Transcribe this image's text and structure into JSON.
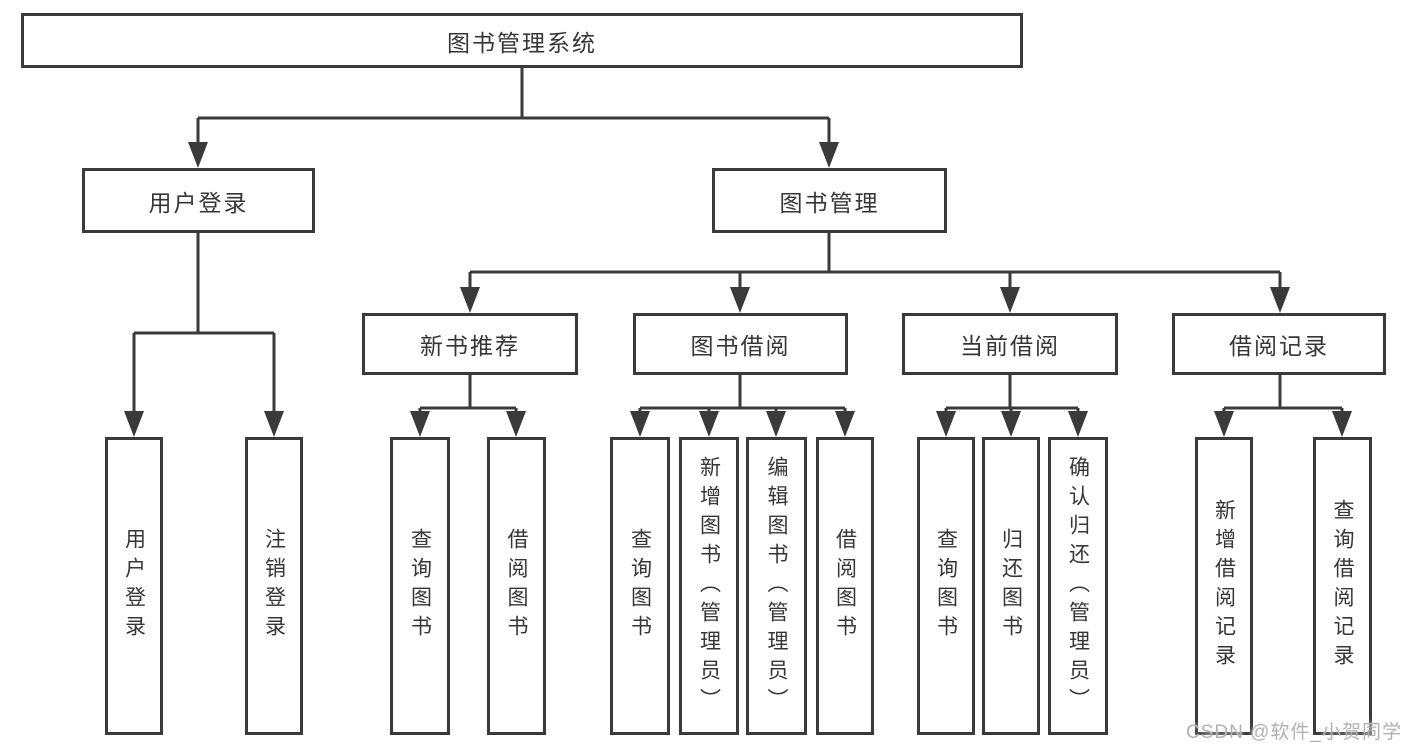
{
  "diagram": {
    "root": "图书管理系统",
    "branches": [
      {
        "label": "用户登录",
        "children": [
          "用户登录",
          "注销登录"
        ]
      },
      {
        "label": "图书管理",
        "modules": [
          {
            "label": "新书推荐",
            "children": [
              "查询图书",
              "借阅图书"
            ]
          },
          {
            "label": "图书借阅",
            "children": [
              "查询图书",
              "新增图书（管理员）",
              "编辑图书（管理员）",
              "借阅图书"
            ]
          },
          {
            "label": "当前借阅",
            "children": [
              "查询图书",
              "归还图书",
              "确认归还（管理员）"
            ]
          },
          {
            "label": "借阅记录",
            "children": [
              "新增借阅记录",
              "查询借阅记录"
            ]
          }
        ]
      }
    ]
  },
  "watermark": "CSDN @软件_小贺同学",
  "colors": {
    "line": "#3a3a3a",
    "text": "#363636",
    "watermark": "#b1b1b1",
    "background": "#ffffff"
  }
}
